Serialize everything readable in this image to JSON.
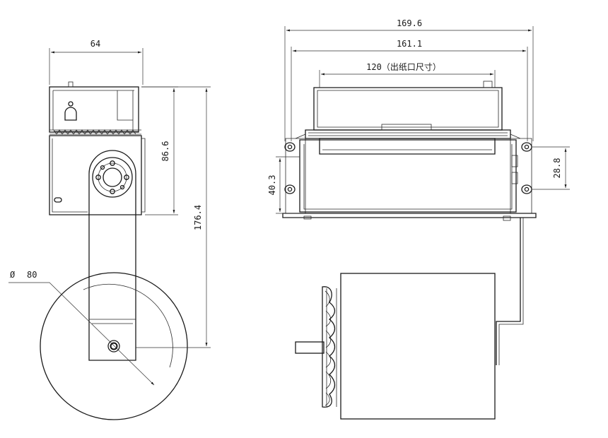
{
  "dimensions": {
    "width_64": "64",
    "height_86_6": "86.6",
    "height_176_4": "176.4",
    "roll_diameter": "80",
    "width_169_6": "169.6",
    "width_161_1": "161.1",
    "paper_outlet": "120（出纸口尺寸）",
    "height_40_3": "40.3",
    "height_28_8": "28.8"
  },
  "symbols": {
    "diameter": "Ø"
  },
  "colors": {
    "line": "#1a1a1a",
    "background": "#ffffff"
  }
}
